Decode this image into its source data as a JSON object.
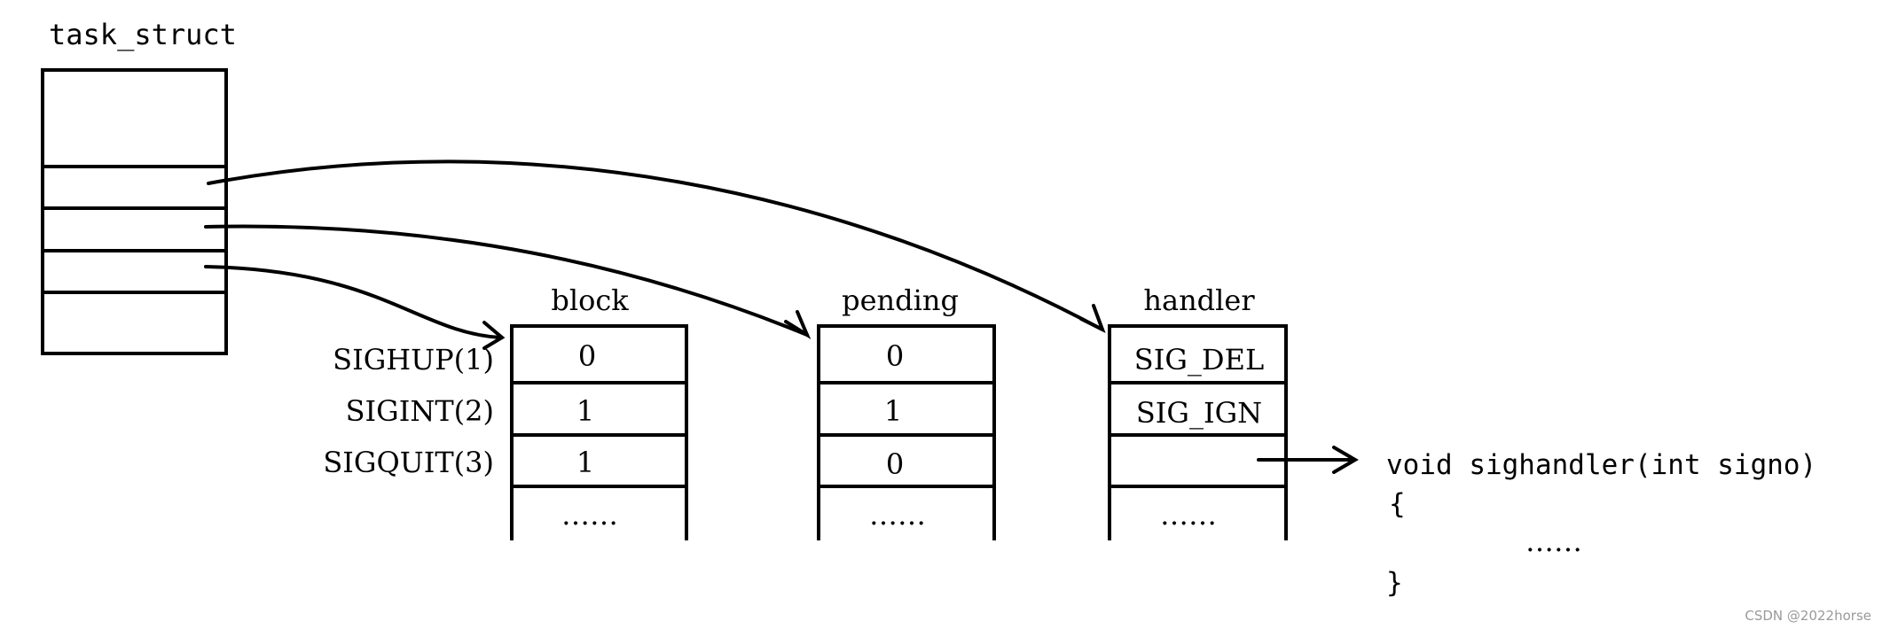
{
  "task_struct": {
    "title": "task_struct"
  },
  "signals": [
    "SIGHUP(1)",
    "SIGINT(2)",
    "SIGQUIT(3)"
  ],
  "tables": {
    "block": {
      "title": "block",
      "values": [
        "0",
        "1",
        "1"
      ],
      "ellipsis": "……"
    },
    "pending": {
      "title": "pending",
      "values": [
        "0",
        "1",
        "0"
      ],
      "ellipsis": "……"
    },
    "handler": {
      "title": "handler",
      "values": [
        "SIG_DEL",
        "SIG_IGN",
        ""
      ],
      "ellipsis": "……"
    }
  },
  "handler_code": {
    "signature": "void sighandler(int signo)",
    "open_brace": "{",
    "body": "……",
    "close_brace": "}"
  },
  "watermark": "CSDN @2022horse"
}
